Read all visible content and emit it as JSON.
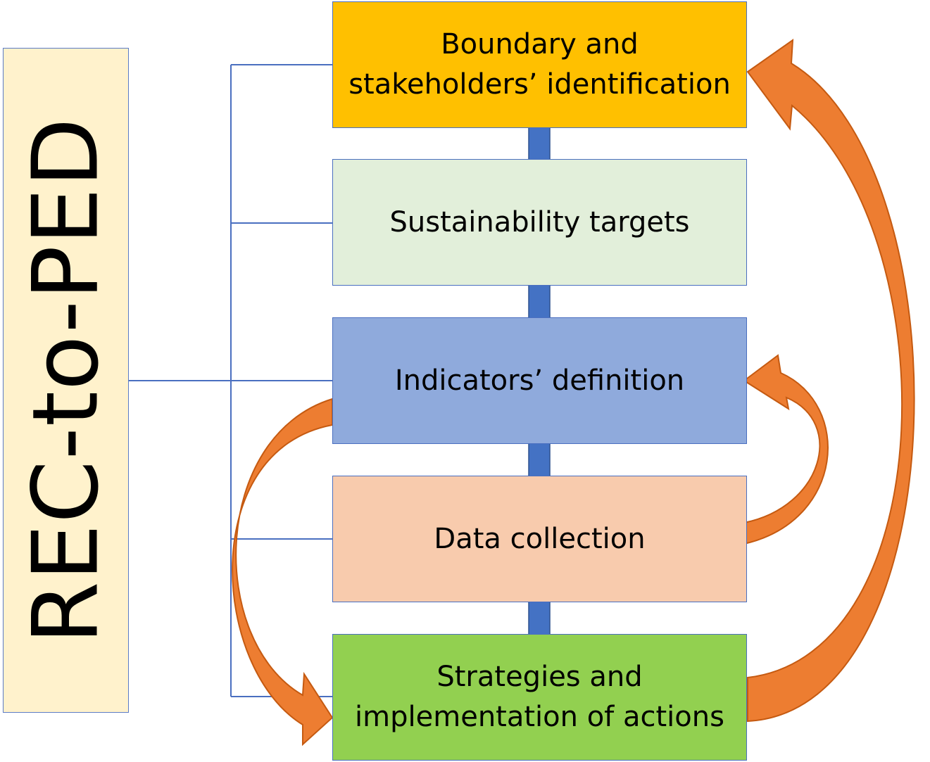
{
  "title": "REC-to-PED",
  "steps": [
    {
      "label": "Boundary and stakeholders’ identification",
      "lines": [
        "Boundary and",
        "stakeholders’ identification"
      ],
      "color": "#ffc000"
    },
    {
      "label": "Sustainability targets",
      "lines": [
        "Sustainability targets"
      ],
      "color": "#e2efda"
    },
    {
      "label": "Indicators’ definition",
      "lines": [
        "Indicators’ definition"
      ],
      "color": "#8faadc"
    },
    {
      "label": "Data collection",
      "lines": [
        "Data collection"
      ],
      "color": "#f8cbad"
    },
    {
      "label": "Strategies and implementation of actions",
      "lines": [
        "Strategies and",
        "implementation of actions"
      ],
      "color": "#92d050"
    }
  ],
  "colors": {
    "title_box": "#fff2cc",
    "connector": "#4a6fc0",
    "down_arrow": "#4472c4",
    "feedback_arrow": "#ed7d31",
    "feedback_arrow_shade": "#c55a11"
  },
  "icons": {
    "down_arrow": "arrow-down-icon",
    "feedback_arrow": "curved-arrow-icon"
  }
}
